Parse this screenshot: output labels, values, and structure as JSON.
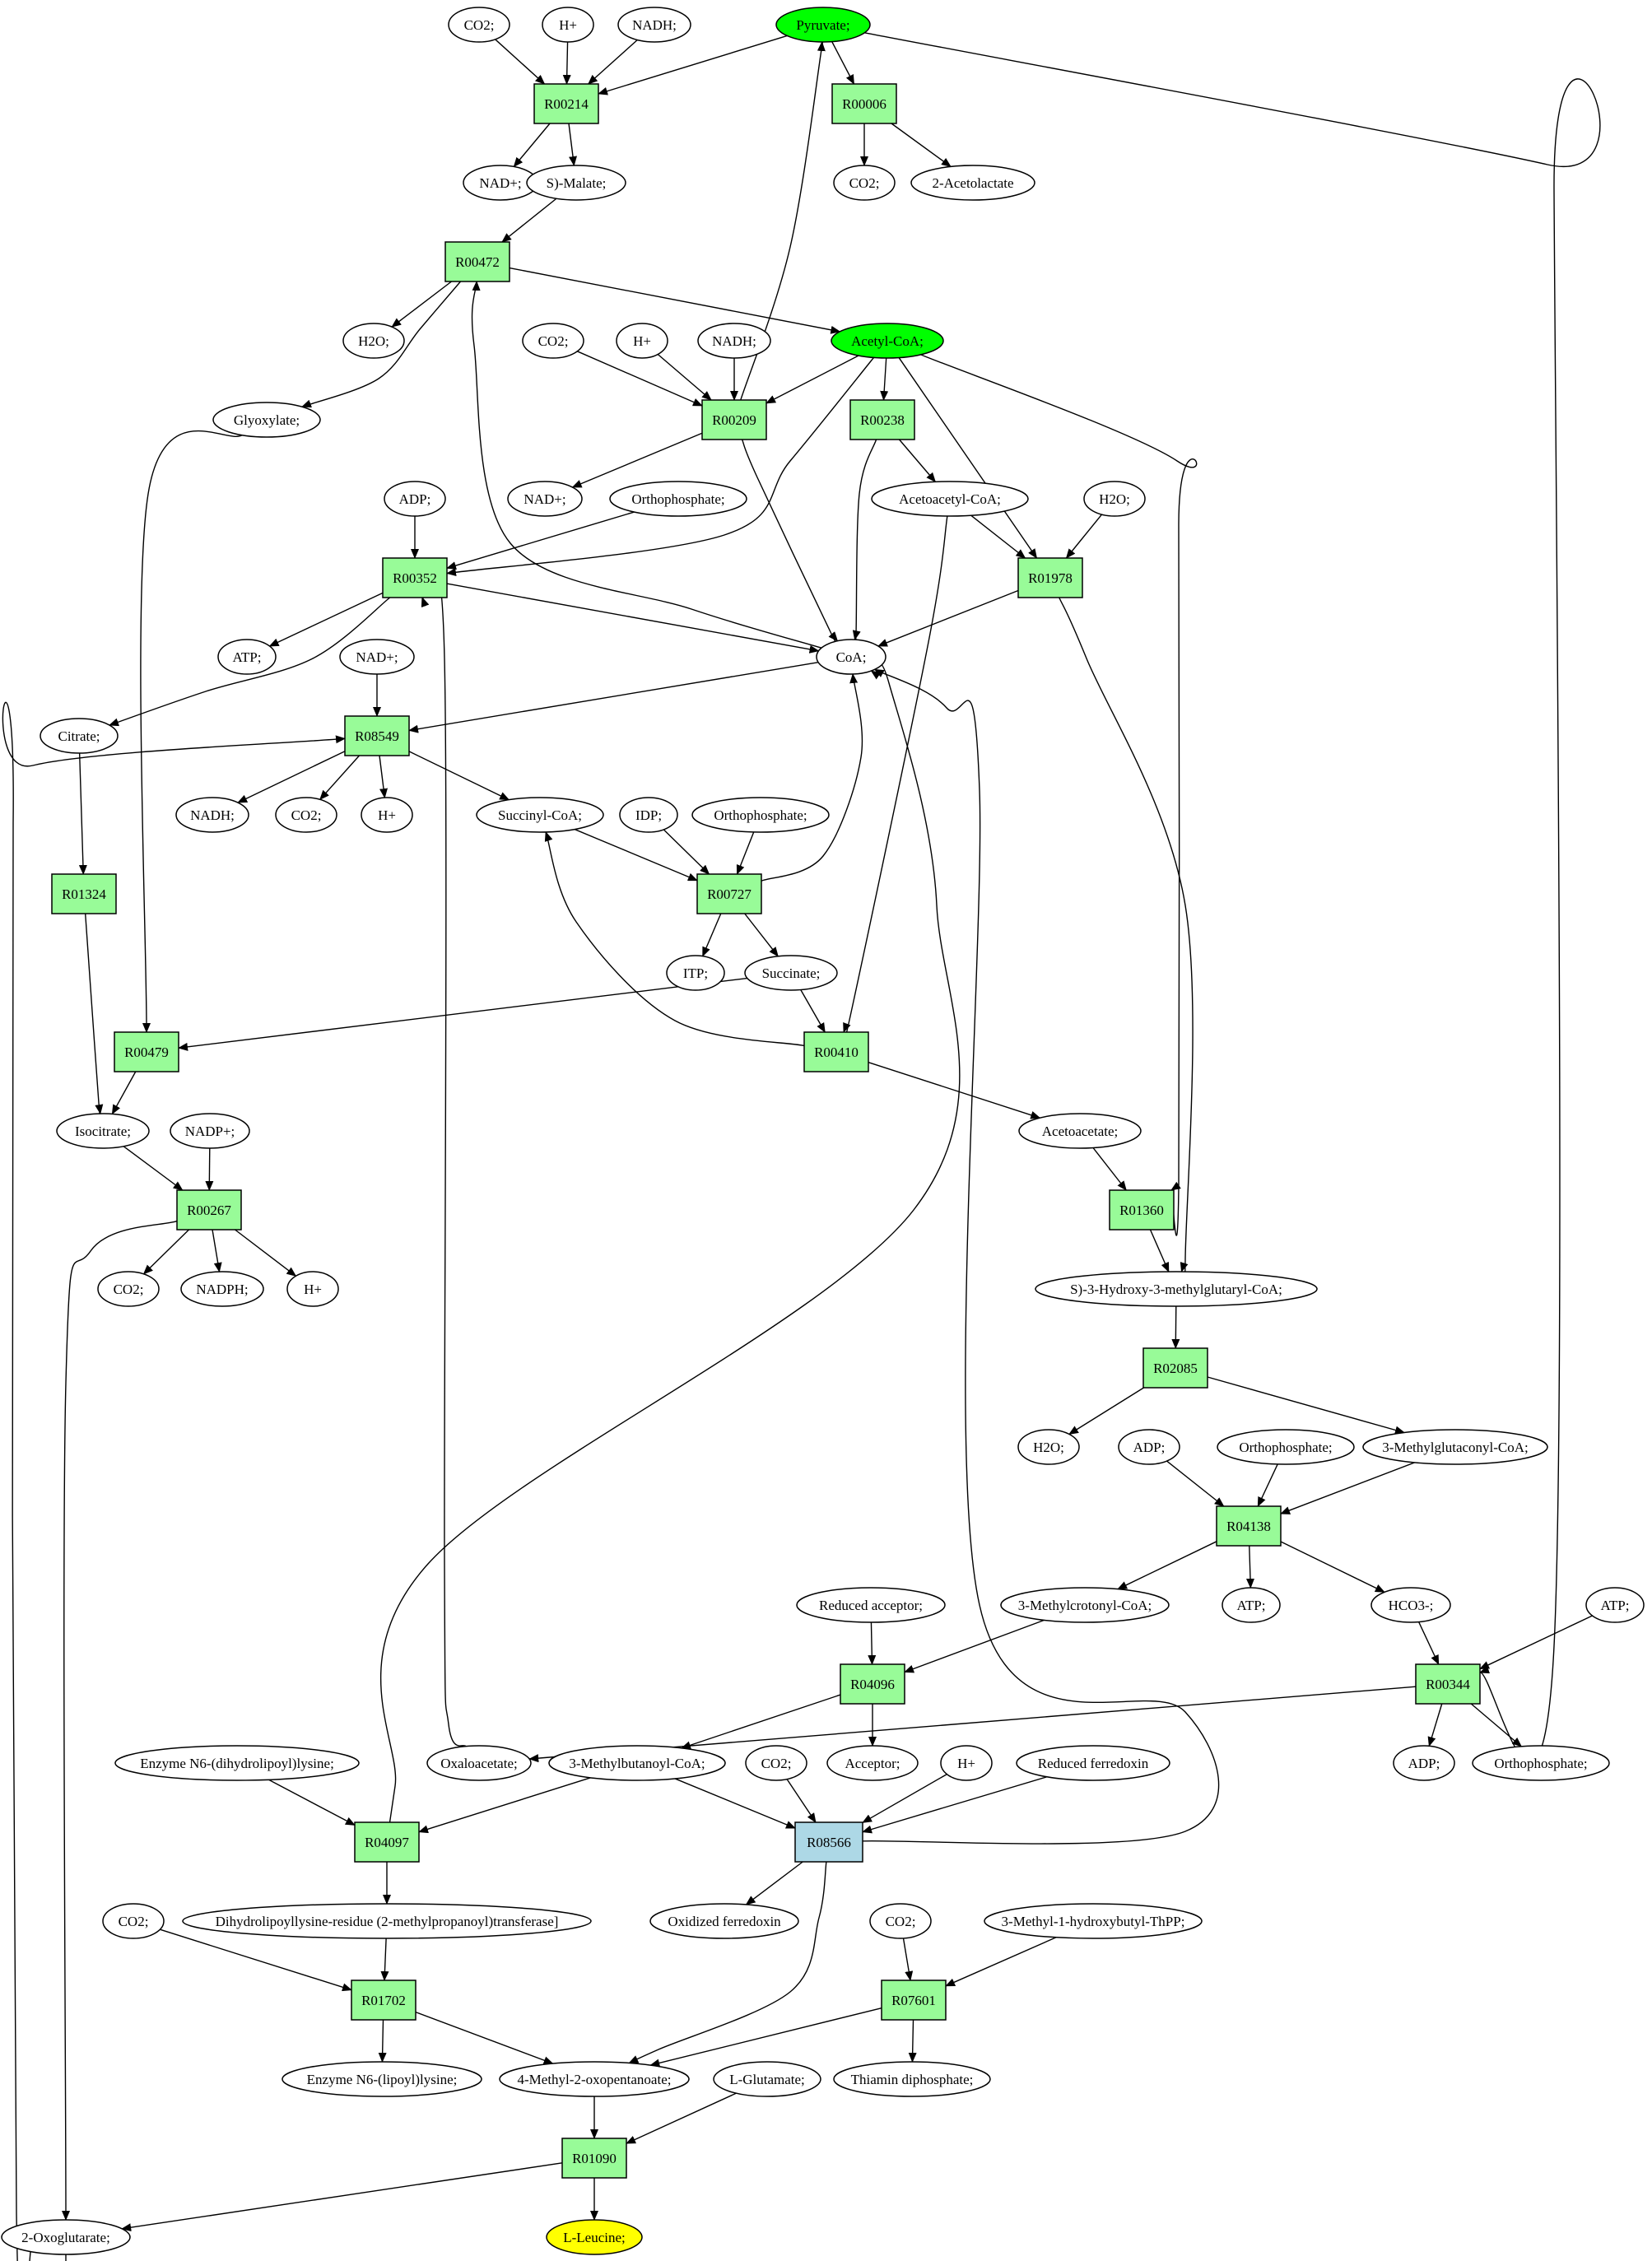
{
  "colors": {
    "reaction": "#98fb98",
    "reaction_highlight": "#add8e6",
    "source": "#00ff00",
    "target": "#ffff00",
    "metabolite": "#ffffff",
    "line": "#000000"
  },
  "nodes": [
    {
      "id": "pyruvate",
      "label": "Pyruvate;",
      "kind": "source"
    },
    {
      "id": "co2_1",
      "label": "CO2;",
      "kind": "metabolite"
    },
    {
      "id": "h_1",
      "label": "H+",
      "kind": "metabolite"
    },
    {
      "id": "nadh_1",
      "label": "NADH;",
      "kind": "metabolite"
    },
    {
      "id": "r00214",
      "label": "R00214",
      "kind": "reaction"
    },
    {
      "id": "r00006",
      "label": "R00006",
      "kind": "reaction"
    },
    {
      "id": "nad_1",
      "label": "NAD+;",
      "kind": "metabolite"
    },
    {
      "id": "smalate",
      "label": "S)-Malate;",
      "kind": "metabolite"
    },
    {
      "id": "co2_2",
      "label": "CO2;",
      "kind": "metabolite"
    },
    {
      "id": "acetolactate",
      "label": "2-Acetolactate",
      "kind": "metabolite"
    },
    {
      "id": "r00472",
      "label": "R00472",
      "kind": "reaction"
    },
    {
      "id": "h2o_1",
      "label": "H2O;",
      "kind": "metabolite"
    },
    {
      "id": "acetylcoa",
      "label": "Acetyl-CoA;",
      "kind": "source"
    },
    {
      "id": "co2_3",
      "label": "CO2;",
      "kind": "metabolite"
    },
    {
      "id": "h_2",
      "label": "H+",
      "kind": "metabolite"
    },
    {
      "id": "nadh_2",
      "label": "NADH;",
      "kind": "metabolite"
    },
    {
      "id": "r00209",
      "label": "R00209",
      "kind": "reaction"
    },
    {
      "id": "r00238",
      "label": "R00238",
      "kind": "reaction"
    },
    {
      "id": "glyoxylate",
      "label": "Glyoxylate;",
      "kind": "metabolite"
    },
    {
      "id": "adp_1",
      "label": "ADP;",
      "kind": "metabolite"
    },
    {
      "id": "nad_2",
      "label": "NAD+;",
      "kind": "metabolite"
    },
    {
      "id": "orthophosphate_1",
      "label": "Orthophosphate;",
      "kind": "metabolite"
    },
    {
      "id": "acetoacetylcoa",
      "label": "Acetoacetyl-CoA;",
      "kind": "metabolite"
    },
    {
      "id": "h2o_2",
      "label": "H2O;",
      "kind": "metabolite"
    },
    {
      "id": "r00352",
      "label": "R00352",
      "kind": "reaction"
    },
    {
      "id": "r01978",
      "label": "R01978",
      "kind": "reaction"
    },
    {
      "id": "atp_1",
      "label": "ATP;",
      "kind": "metabolite"
    },
    {
      "id": "nad_3",
      "label": "NAD+;",
      "kind": "metabolite"
    },
    {
      "id": "coa",
      "label": "CoA;",
      "kind": "metabolite"
    },
    {
      "id": "citrate",
      "label": "Citrate;",
      "kind": "metabolite"
    },
    {
      "id": "r08549",
      "label": "R08549",
      "kind": "reaction"
    },
    {
      "id": "nadh_3",
      "label": "NADH;",
      "kind": "metabolite"
    },
    {
      "id": "co2_4",
      "label": "CO2;",
      "kind": "metabolite"
    },
    {
      "id": "h_3",
      "label": "H+",
      "kind": "metabolite"
    },
    {
      "id": "succinylcoa",
      "label": "Succinyl-CoA;",
      "kind": "metabolite"
    },
    {
      "id": "idp",
      "label": "IDP;",
      "kind": "metabolite"
    },
    {
      "id": "orthophosphate_2",
      "label": "Orthophosphate;",
      "kind": "metabolite"
    },
    {
      "id": "r01324",
      "label": "R01324",
      "kind": "reaction"
    },
    {
      "id": "r00727",
      "label": "R00727",
      "kind": "reaction"
    },
    {
      "id": "itp",
      "label": "ITP;",
      "kind": "metabolite"
    },
    {
      "id": "succinate",
      "label": "Succinate;",
      "kind": "metabolite"
    },
    {
      "id": "r00479",
      "label": "R00479",
      "kind": "reaction"
    },
    {
      "id": "r00410",
      "label": "R00410",
      "kind": "reaction"
    },
    {
      "id": "isocitrate",
      "label": "Isocitrate;",
      "kind": "metabolite"
    },
    {
      "id": "nadp",
      "label": "NADP+;",
      "kind": "metabolite"
    },
    {
      "id": "acetoacetate",
      "label": "Acetoacetate;",
      "kind": "metabolite"
    },
    {
      "id": "r00267",
      "label": "R00267",
      "kind": "reaction"
    },
    {
      "id": "r01360",
      "label": "R01360",
      "kind": "reaction"
    },
    {
      "id": "co2_5",
      "label": "CO2;",
      "kind": "metabolite"
    },
    {
      "id": "nadph",
      "label": "NADPH;",
      "kind": "metabolite"
    },
    {
      "id": "h_4",
      "label": "H+",
      "kind": "metabolite"
    },
    {
      "id": "hmgcoa",
      "label": "S)-3-Hydroxy-3-methylglutaryl-CoA;",
      "kind": "metabolite"
    },
    {
      "id": "r02085",
      "label": "R02085",
      "kind": "reaction"
    },
    {
      "id": "h2o_3",
      "label": "H2O;",
      "kind": "metabolite"
    },
    {
      "id": "adp_2",
      "label": "ADP;",
      "kind": "metabolite"
    },
    {
      "id": "orthophosphate_3",
      "label": "Orthophosphate;",
      "kind": "metabolite"
    },
    {
      "id": "methylglutaconylcoa",
      "label": "3-Methylglutaconyl-CoA;",
      "kind": "metabolite"
    },
    {
      "id": "r04138",
      "label": "R04138",
      "kind": "reaction"
    },
    {
      "id": "reducedacceptor",
      "label": "Reduced acceptor;",
      "kind": "metabolite"
    },
    {
      "id": "methylcrotonylcoa",
      "label": "3-Methylcrotonyl-CoA;",
      "kind": "metabolite"
    },
    {
      "id": "atp_2",
      "label": "ATP;",
      "kind": "metabolite"
    },
    {
      "id": "hco3",
      "label": "HCO3-;",
      "kind": "metabolite"
    },
    {
      "id": "atp_3",
      "label": "ATP;",
      "kind": "metabolite"
    },
    {
      "id": "r04096",
      "label": "R04096",
      "kind": "reaction"
    },
    {
      "id": "r00344",
      "label": "R00344",
      "kind": "reaction"
    },
    {
      "id": "enzymen6dihydro",
      "label": "Enzyme N6-(dihydrolipoyl)lysine;",
      "kind": "metabolite"
    },
    {
      "id": "oxaloacetate",
      "label": "Oxaloacetate;",
      "kind": "metabolite"
    },
    {
      "id": "methylbutanoylcoa",
      "label": "3-Methylbutanoyl-CoA;",
      "kind": "metabolite"
    },
    {
      "id": "co2_6",
      "label": "CO2;",
      "kind": "metabolite"
    },
    {
      "id": "acceptor",
      "label": "Acceptor;",
      "kind": "metabolite"
    },
    {
      "id": "h_5",
      "label": "H+",
      "kind": "metabolite"
    },
    {
      "id": "reducedferredoxin",
      "label": "Reduced ferredoxin",
      "kind": "metabolite"
    },
    {
      "id": "adp_3",
      "label": "ADP;",
      "kind": "metabolite"
    },
    {
      "id": "orthophosphate_4",
      "label": "Orthophosphate;",
      "kind": "metabolite"
    },
    {
      "id": "r04097",
      "label": "R04097",
      "kind": "reaction"
    },
    {
      "id": "r08566",
      "label": "R08566",
      "kind": "reaction_highlight"
    },
    {
      "id": "dihydrolipoyllysine",
      "label": "Dihydrolipoyllysine-residue (2-methylpropanoyl)transferase]",
      "kind": "metabolite"
    },
    {
      "id": "oxidizedferredoxin",
      "label": "Oxidized ferredoxin",
      "kind": "metabolite"
    },
    {
      "id": "co2_7",
      "label": "CO2;",
      "kind": "metabolite"
    },
    {
      "id": "co2_8",
      "label": "CO2;",
      "kind": "metabolite"
    },
    {
      "id": "methylhydroxybutyl",
      "label": "3-Methyl-1-hydroxybutyl-ThPP;",
      "kind": "metabolite"
    },
    {
      "id": "r01702",
      "label": "R01702",
      "kind": "reaction"
    },
    {
      "id": "r07601",
      "label": "R07601",
      "kind": "reaction"
    },
    {
      "id": "enzymen6lipoyl",
      "label": "Enzyme N6-(lipoyl)lysine;",
      "kind": "metabolite"
    },
    {
      "id": "methyloxopentanoate",
      "label": "4-Methyl-2-oxopentanoate;",
      "kind": "metabolite"
    },
    {
      "id": "lglutamate",
      "label": "L-Glutamate;",
      "kind": "metabolite"
    },
    {
      "id": "thiamindiphosphate",
      "label": "Thiamin diphosphate;",
      "kind": "metabolite"
    },
    {
      "id": "r01090",
      "label": "R01090",
      "kind": "reaction"
    },
    {
      "id": "oxoglutarate",
      "label": "2-Oxoglutarate;",
      "kind": "metabolite"
    },
    {
      "id": "lleucine",
      "label": "L-Leucine;",
      "kind": "target"
    }
  ],
  "edges": [
    [
      "co2_1",
      "r00214"
    ],
    [
      "h_1",
      "r00214"
    ],
    [
      "nadh_1",
      "r00214"
    ],
    [
      "pyruvate",
      "r00214"
    ],
    [
      "pyruvate",
      "r00006"
    ],
    [
      "r00006",
      "co2_2"
    ],
    [
      "r00006",
      "acetolactate"
    ],
    [
      "r00214",
      "nad_1"
    ],
    [
      "r00214",
      "smalate"
    ],
    [
      "smalate",
      "r00472"
    ],
    [
      "r00472",
      "h2o_1"
    ],
    [
      "r00472",
      "acetylcoa"
    ],
    [
      "r00472",
      "glyoxylate"
    ],
    [
      "co2_3",
      "r00209"
    ],
    [
      "h_2",
      "r00209"
    ],
    [
      "nadh_2",
      "r00209"
    ],
    [
      "acetylcoa",
      "r00209"
    ],
    [
      "r00209",
      "pyruvate"
    ],
    [
      "r00209",
      "nad_2"
    ],
    [
      "r00209",
      "coa"
    ],
    [
      "acetylcoa",
      "r00238"
    ],
    [
      "acetylcoa",
      "r00352"
    ],
    [
      "acetylcoa",
      "r01978"
    ],
    [
      "acetylcoa",
      "r01360"
    ],
    [
      "r00238",
      "acetoacetylcoa"
    ],
    [
      "r00238",
      "coa"
    ],
    [
      "acetoacetylcoa",
      "r01978"
    ],
    [
      "h2o_2",
      "r01978"
    ],
    [
      "acetoacetylcoa",
      "r00410"
    ],
    [
      "r01978",
      "coa"
    ],
    [
      "r01978",
      "hmgcoa"
    ],
    [
      "adp_1",
      "r00352"
    ],
    [
      "orthophosphate_1",
      "r00352"
    ],
    [
      "r00352",
      "atp_1"
    ],
    [
      "r00352",
      "citrate"
    ],
    [
      "r00352",
      "coa"
    ],
    [
      "coa",
      "r00472"
    ],
    [
      "coa",
      "r08549"
    ],
    [
      "nad_3",
      "r08549"
    ],
    [
      "oxoglutarate",
      "r08549"
    ],
    [
      "r08549",
      "nadh_3"
    ],
    [
      "r08549",
      "co2_4"
    ],
    [
      "r08549",
      "h_3"
    ],
    [
      "r08549",
      "succinylcoa"
    ],
    [
      "succinylcoa",
      "r00727"
    ],
    [
      "idp",
      "r00727"
    ],
    [
      "orthophosphate_2",
      "r00727"
    ],
    [
      "r00727",
      "itp"
    ],
    [
      "r00727",
      "succinate"
    ],
    [
      "r00727",
      "coa"
    ],
    [
      "citrate",
      "r01324"
    ],
    [
      "r01324",
      "isocitrate"
    ],
    [
      "glyoxylate",
      "r00479"
    ],
    [
      "succinate",
      "r00479"
    ],
    [
      "r00479",
      "isocitrate"
    ],
    [
      "succinate",
      "r00410"
    ],
    [
      "r00410",
      "succinylcoa"
    ],
    [
      "r00410",
      "acetoacetate"
    ],
    [
      "isocitrate",
      "r00267"
    ],
    [
      "nadp",
      "r00267"
    ],
    [
      "r00267",
      "co2_5"
    ],
    [
      "r00267",
      "nadph"
    ],
    [
      "r00267",
      "h_4"
    ],
    [
      "r00267",
      "oxoglutarate"
    ],
    [
      "acetoacetate",
      "r01360"
    ],
    [
      "r01360",
      "hmgcoa"
    ],
    [
      "hmgcoa",
      "r02085"
    ],
    [
      "r02085",
      "h2o_3"
    ],
    [
      "r02085",
      "methylglutaconylcoa"
    ],
    [
      "adp_2",
      "r04138"
    ],
    [
      "orthophosphate_3",
      "r04138"
    ],
    [
      "methylglutaconylcoa",
      "r04138"
    ],
    [
      "r04138",
      "methylcrotonylcoa"
    ],
    [
      "r04138",
      "atp_2"
    ],
    [
      "r04138",
      "hco3"
    ],
    [
      "reducedacceptor",
      "r04096"
    ],
    [
      "methylcrotonylcoa",
      "r04096"
    ],
    [
      "r04096",
      "acceptor"
    ],
    [
      "r04096",
      "methylbutanoylcoa"
    ],
    [
      "hco3",
      "r00344"
    ],
    [
      "atp_3",
      "r00344"
    ],
    [
      "pyruvate",
      "r00344"
    ],
    [
      "r00344",
      "adp_3"
    ],
    [
      "r00344",
      "orthophosphate_4"
    ],
    [
      "r00344",
      "oxaloacetate"
    ],
    [
      "oxaloacetate",
      "r00352"
    ],
    [
      "enzymen6dihydro",
      "r04097"
    ],
    [
      "methylbutanoylcoa",
      "r04097"
    ],
    [
      "r04097",
      "dihydrolipoyllysine"
    ],
    [
      "r04097",
      "coa"
    ],
    [
      "methylbutanoylcoa",
      "r08566"
    ],
    [
      "co2_6",
      "r08566"
    ],
    [
      "h_5",
      "r08566"
    ],
    [
      "reducedferredoxin",
      "r08566"
    ],
    [
      "r08566",
      "oxidizedferredoxin"
    ],
    [
      "r08566",
      "methyloxopentanoate"
    ],
    [
      "r08566",
      "coa"
    ],
    [
      "co2_7",
      "r01702"
    ],
    [
      "dihydrolipoyllysine",
      "r01702"
    ],
    [
      "r01702",
      "enzymen6lipoyl"
    ],
    [
      "r01702",
      "methyloxopentanoate"
    ],
    [
      "co2_8",
      "r07601"
    ],
    [
      "methylhydroxybutyl",
      "r07601"
    ],
    [
      "r07601",
      "methyloxopentanoate"
    ],
    [
      "r07601",
      "thiamindiphosphate"
    ],
    [
      "methyloxopentanoate",
      "r01090"
    ],
    [
      "lglutamate",
      "r01090"
    ],
    [
      "r01090",
      "lleucine"
    ],
    [
      "r01090",
      "oxoglutarate"
    ]
  ]
}
